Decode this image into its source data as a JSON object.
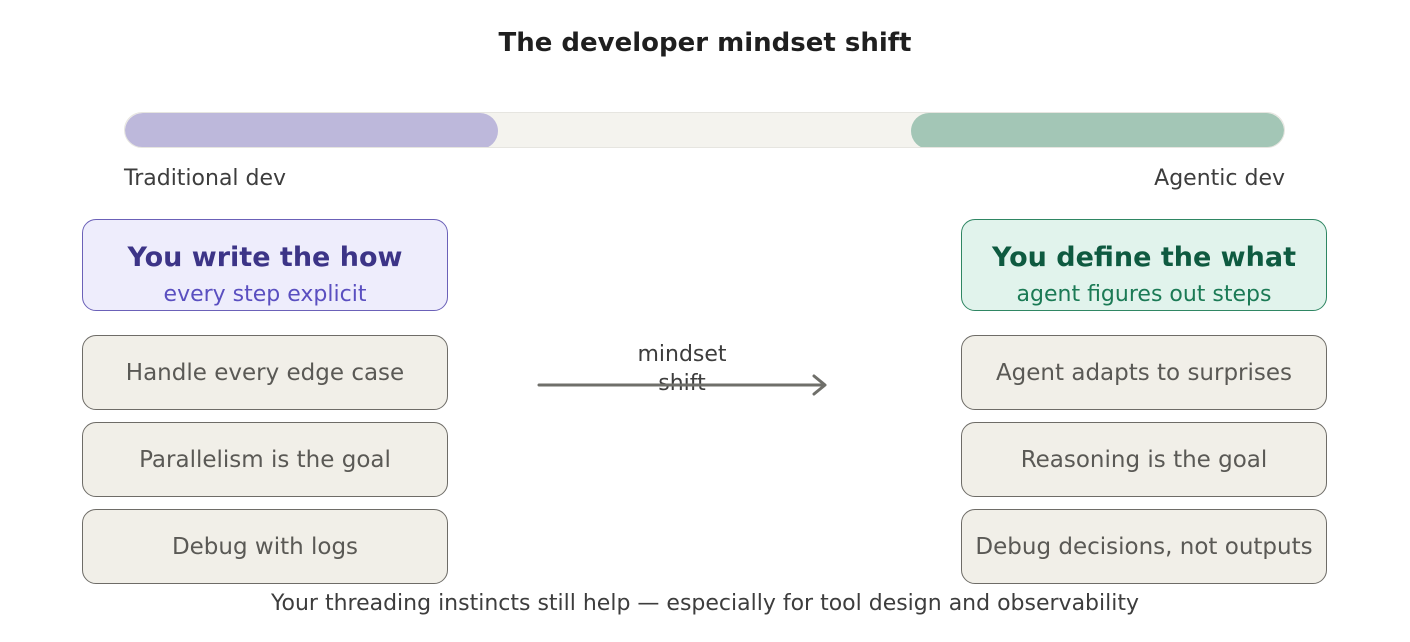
{
  "title": "The developer mindset shift",
  "spectrum": {
    "left_label": "Traditional dev",
    "right_label": "Agentic dev",
    "left_color": "#bdb8db",
    "right_color": "#a3c6b6"
  },
  "left": {
    "heading": "You write the how",
    "subheading": "every step explicit",
    "items": [
      "Handle every edge case",
      "Parallelism is the goal",
      "Debug with logs"
    ]
  },
  "right": {
    "heading": "You define the what",
    "subheading": "agent figures out steps",
    "items": [
      "Agent adapts to surprises",
      "Reasoning is the goal",
      "Debug decisions, not outputs"
    ]
  },
  "shift": {
    "line1": "mindset",
    "line2": "shift"
  },
  "footer": "Your threading instincts still help — especially for tool design and observability"
}
